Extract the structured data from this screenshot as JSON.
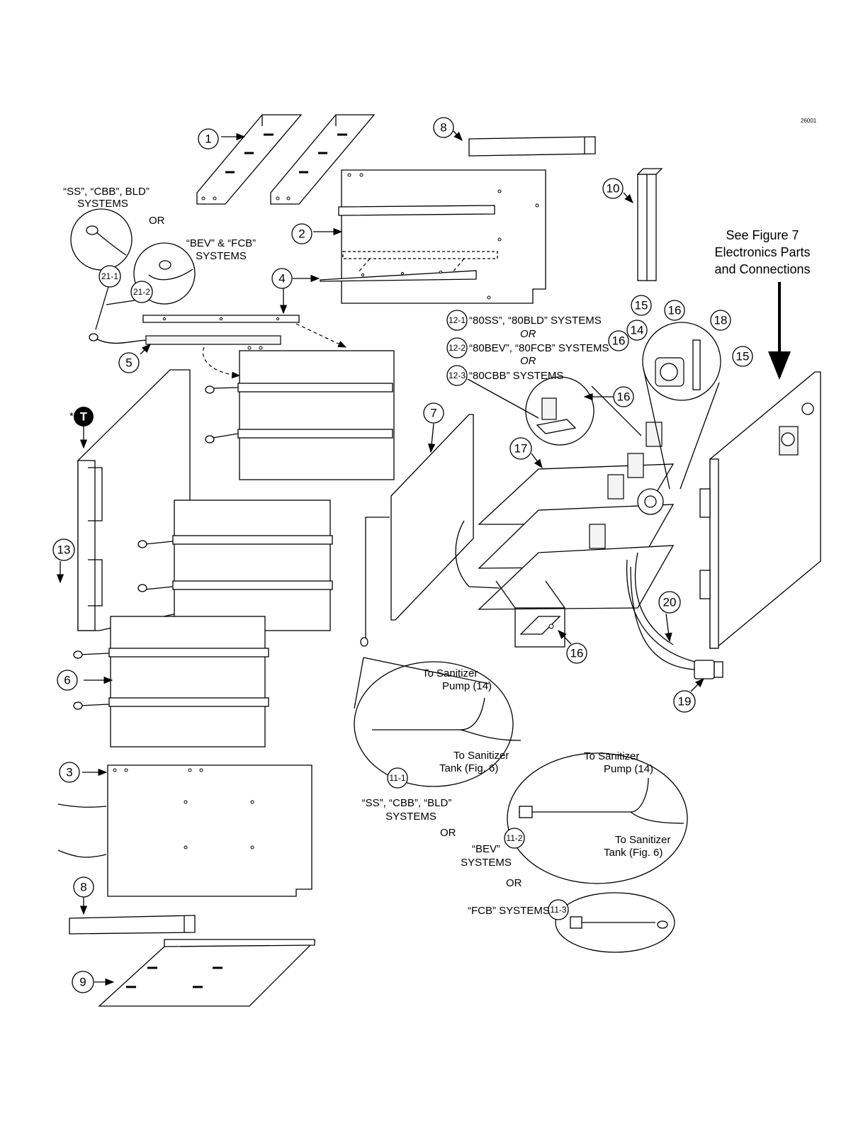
{
  "figure_code": "26001",
  "callouts": {
    "c1": "1",
    "c2": "2",
    "c3": "3",
    "c4": "4",
    "c5": "5",
    "c6": "6",
    "c7": "7",
    "c8a": "8",
    "c8b": "8",
    "c9": "9",
    "c10": "10",
    "c13": "13",
    "c14": "14",
    "c15a": "15",
    "c15b": "15",
    "c16a": "16",
    "c16b": "16",
    "c16c": "16",
    "c16d": "16",
    "c17": "17",
    "c18": "18",
    "c19": "19",
    "c20": "20",
    "c21_1": "21-1",
    "c21_2": "21-2",
    "c12_1": "12-1",
    "c12_2": "12-2",
    "c12_3": "12-3",
    "c11_1": "11-1",
    "c11_2": "11-2",
    "c11_3": "11-3",
    "cT": "T"
  },
  "labels": {
    "ss_cbb_bld_line1": "“SS”, “CBB”, BLD”",
    "ss_cbb_bld_line2": "SYSTEMS",
    "or_top": "OR",
    "bev_fcb_line1": "“BEV” & “FCB”",
    "bev_fcb_line2": "SYSTEMS",
    "see_fig7_line1": "See Figure 7",
    "see_fig7_line2": "Electronics Parts",
    "see_fig7_line3": "and Connections",
    "sys_12_1": "“80SS”, “80BLD” SYSTEMS",
    "or_12a": "OR",
    "sys_12_2": "“80BEV”, “80FCB” SYSTEMS",
    "or_12b": "OR",
    "sys_12_3": "“80CBB” SYSTEMS",
    "asterisk": "*",
    "hose1_pump_l1": "To Sanitizer",
    "hose1_pump_l2": "Pump (14)",
    "hose1_tank_l1": "To Sanitizer",
    "hose1_tank_l2": "Tank (Fig. 6)",
    "sys_11_1_l1": "“SS”, “CBB”, “BLD”",
    "sys_11_1_l2": "SYSTEMS",
    "or_11a": "OR",
    "hose2_pump_l1": "To Sanitizer",
    "hose2_pump_l2": "Pump (14)",
    "hose2_tank_l1": "To Sanitizer",
    "hose2_tank_l2": "Tank (Fig. 6)",
    "sys_11_2_l1": "“BEV”",
    "sys_11_2_l2": "SYSTEMS",
    "or_11b": "OR",
    "sys_11_3": "“FCB” SYSTEMS"
  }
}
